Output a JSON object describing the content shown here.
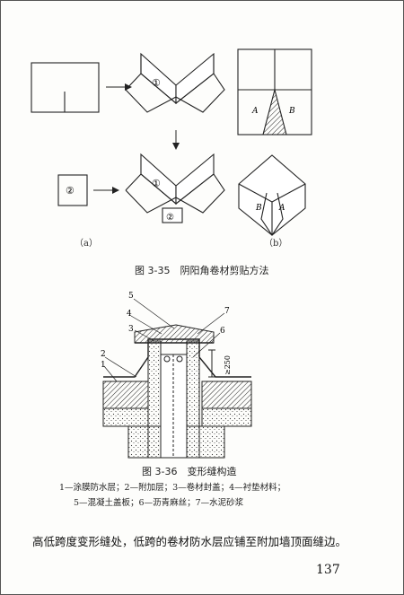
{
  "figure_35": {
    "caption": "图 3-35　阴阳角卷材剪贴方法",
    "label_a": "（a）",
    "label_b": "（b）",
    "mark_1": "①",
    "mark_2": "②",
    "mark_A": "A",
    "mark_B": "B"
  },
  "figure_36": {
    "caption": "图 3-36　变形缝构造",
    "callouts": [
      "1",
      "2",
      "3",
      "4",
      "5",
      "6",
      "7"
    ],
    "dimension": "≥250",
    "legend_line1": "1—涂膜防水层；2—附加层；3—卷材封盖；4—衬垫材料；",
    "legend_line2": "5—混凝土盖板；6—沥青麻丝；7—水泥砂浆"
  },
  "body_text": "高低跨度变形缝处，低跨的卷材防水层应铺至附加墙顶面缝边。",
  "page_number": "137"
}
